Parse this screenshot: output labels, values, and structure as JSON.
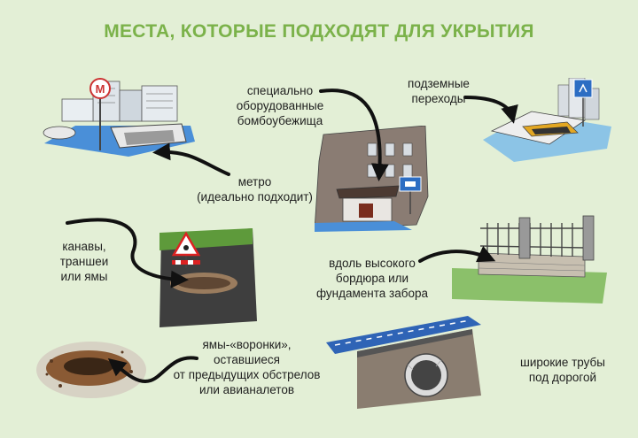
{
  "title": "МЕСТА, КОТОРЫЕ ПОДХОДЯТ ДЛЯ УКРЫТИЯ",
  "colors": {
    "accent": "#7bb24a",
    "background": "#e3efd6",
    "text": "#1f1f1f"
  },
  "labels": {
    "metro": [
      "метро",
      "(идеально подходит)"
    ],
    "shelter": [
      "специально",
      "оборудованные",
      "бомбоубежища"
    ],
    "underpass": [
      "подземные",
      "переходы"
    ],
    "ditches": [
      "канавы,",
      "траншеи",
      "или ямы"
    ],
    "curb": [
      "вдоль высокого",
      "бордюра или",
      "фундамента забора"
    ],
    "craters": [
      "ямы-«воронки»,",
      "оставшиеся",
      "от предыдущих обстрелов",
      "или авианалетов"
    ],
    "pipes": [
      "широкие трубы",
      "под дорогой"
    ]
  },
  "icons": {
    "metro_sign": "М",
    "shelter_sign": "shelter-sign-icon",
    "pedestrian_sign": "pedestrian-crossing-icon",
    "roadwork_sign": "roadwork-sign-icon"
  }
}
